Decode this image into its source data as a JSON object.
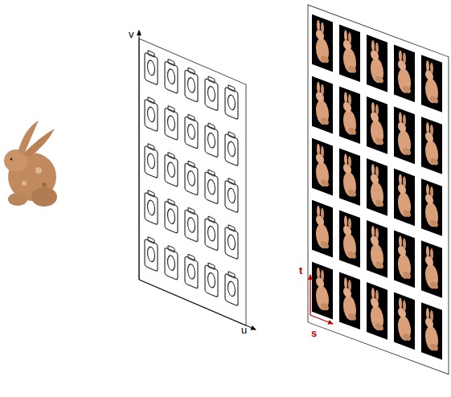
{
  "diagram": {
    "labels": [
      "v",
      "u",
      "t",
      "s"
    ]
  }
}
